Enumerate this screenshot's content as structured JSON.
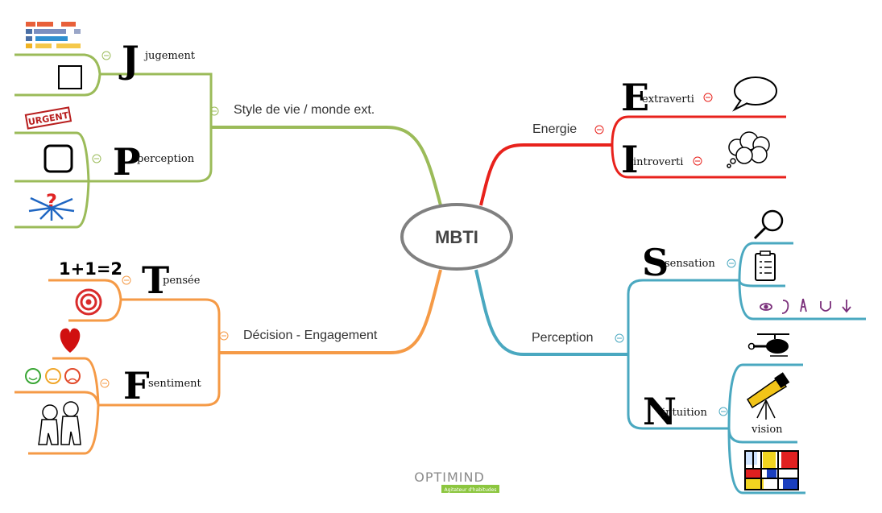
{
  "center": {
    "label": "MBTI"
  },
  "colors": {
    "green": "#9bbb59",
    "red": "#e8221c",
    "blue": "#4aa8c0",
    "orange": "#f59a46",
    "collapse_green": "#9bbb59",
    "collapse_red": "#e8221c",
    "collapse_blue": "#4aa8c0",
    "collapse_orange": "#f59a46"
  },
  "branches": {
    "style": {
      "label": "Style de vie / monde ext.",
      "jugement": {
        "letter": "J",
        "label": "jugement",
        "icons": [
          "calendar-grid-icon",
          "square-checkbox-icon"
        ]
      },
      "perception": {
        "letter": "P",
        "label": "perception",
        "icons": [
          "urgent-stamp-icon",
          "rounded-square-icon",
          "question-arrows-icon"
        ]
      }
    },
    "energie": {
      "label": "Energie",
      "extraverti": {
        "letter": "E",
        "label": "extraverti",
        "icons": [
          "speech-bubble-icon"
        ]
      },
      "introverti": {
        "letter": "I",
        "label": "introverti",
        "icons": [
          "thought-cloud-icon"
        ]
      }
    },
    "decision": {
      "label": "Décision - Engagement",
      "pensee": {
        "letter": "T",
        "label": "pensée",
        "icons": [
          "math-equation-icon",
          "target-icon"
        ],
        "equation": "1+1=2"
      },
      "sentiment": {
        "letter": "F",
        "label": "sentiment",
        "icons": [
          "heart-icon",
          "smileys-icon",
          "two-people-icon"
        ]
      }
    },
    "perception": {
      "label": "Perception",
      "sensation": {
        "letter": "S",
        "label": "sensation",
        "icons": [
          "magnifier-icon",
          "checklist-icon",
          "senses-icon"
        ]
      },
      "intuition": {
        "letter": "N",
        "label": "intuition",
        "icons": [
          "helicopter-icon",
          "telescope-icon",
          "mondrian-icon"
        ],
        "vision_label": "vision"
      }
    }
  },
  "watermark": {
    "brand": "OPTIMIND",
    "tagline": "Agitateur d'habitudes"
  }
}
